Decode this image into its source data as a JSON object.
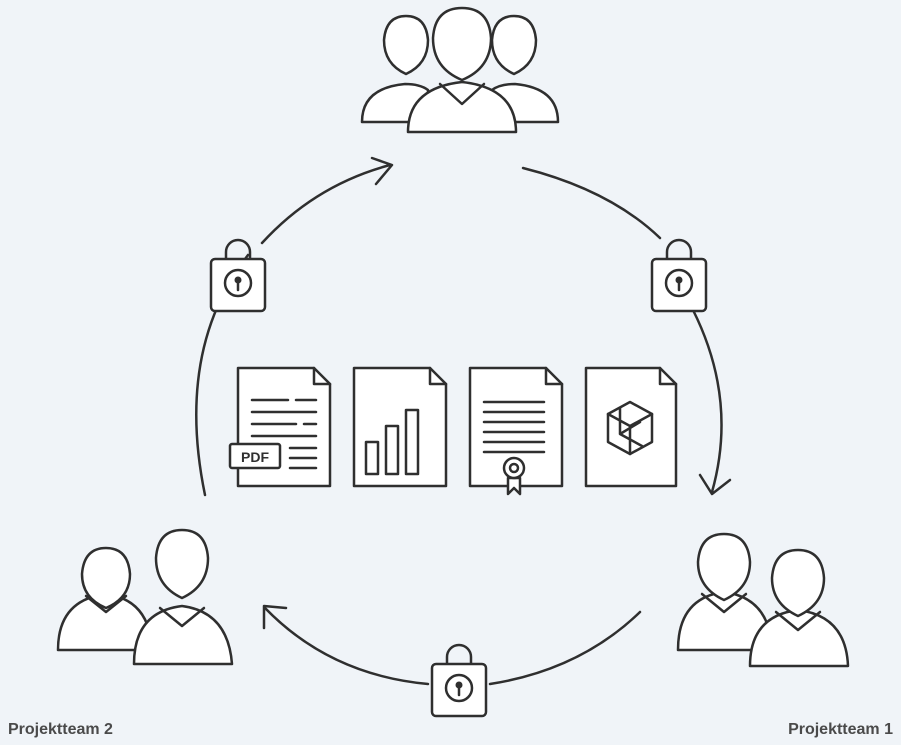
{
  "labels": {
    "team_left": "Projektteam 2",
    "team_right": "Projektteam 1"
  },
  "documents": {
    "pdf_badge": "PDF"
  },
  "icons": [
    "user-group-icon",
    "lock-icon",
    "pdf-document-icon",
    "chart-document-icon",
    "certificate-document-icon",
    "cube-document-icon"
  ],
  "colors": {
    "background": "#f0f4f8",
    "stroke": "#2f2f2f",
    "fill": "#ffffff",
    "label": "#4a4a4a"
  }
}
